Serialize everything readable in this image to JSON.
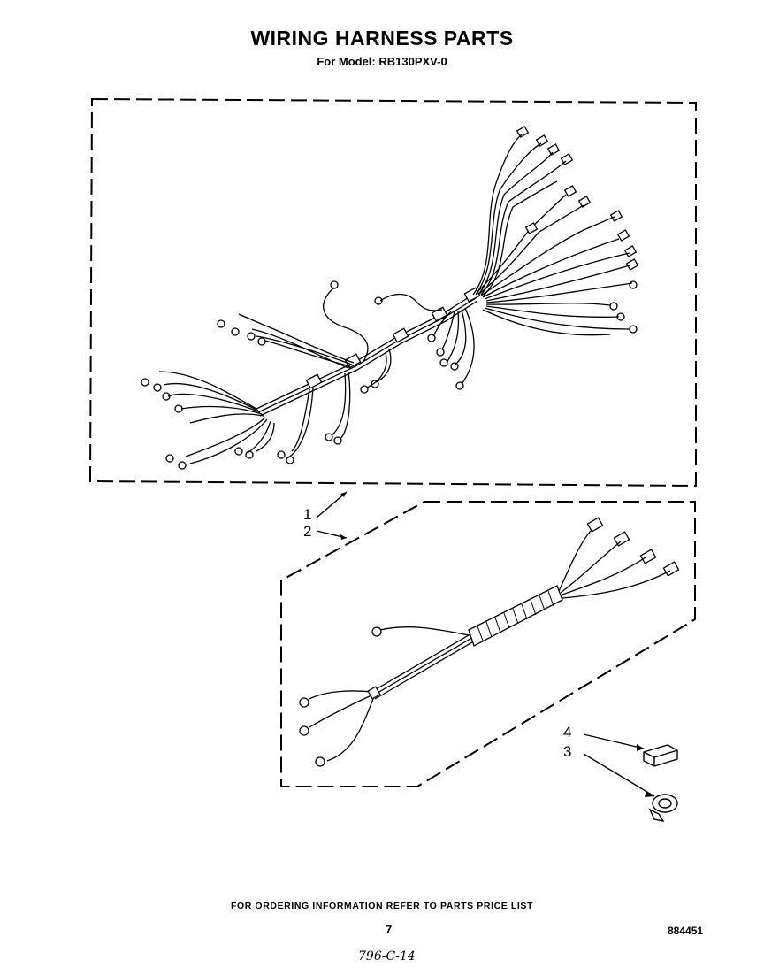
{
  "header": {
    "title": "WIRING HARNESS PARTS",
    "subtitle": "For Model: RB130PXV-0"
  },
  "callouts": {
    "item_1": "1",
    "item_2": "2",
    "item_3": "3",
    "item_4": "4"
  },
  "footer": {
    "ordering_note": "FOR ORDERING INFORMATION REFER TO PARTS PRICE LIST",
    "page_number": "7",
    "document_number": "884451",
    "handwritten_code": "796-C-14"
  }
}
